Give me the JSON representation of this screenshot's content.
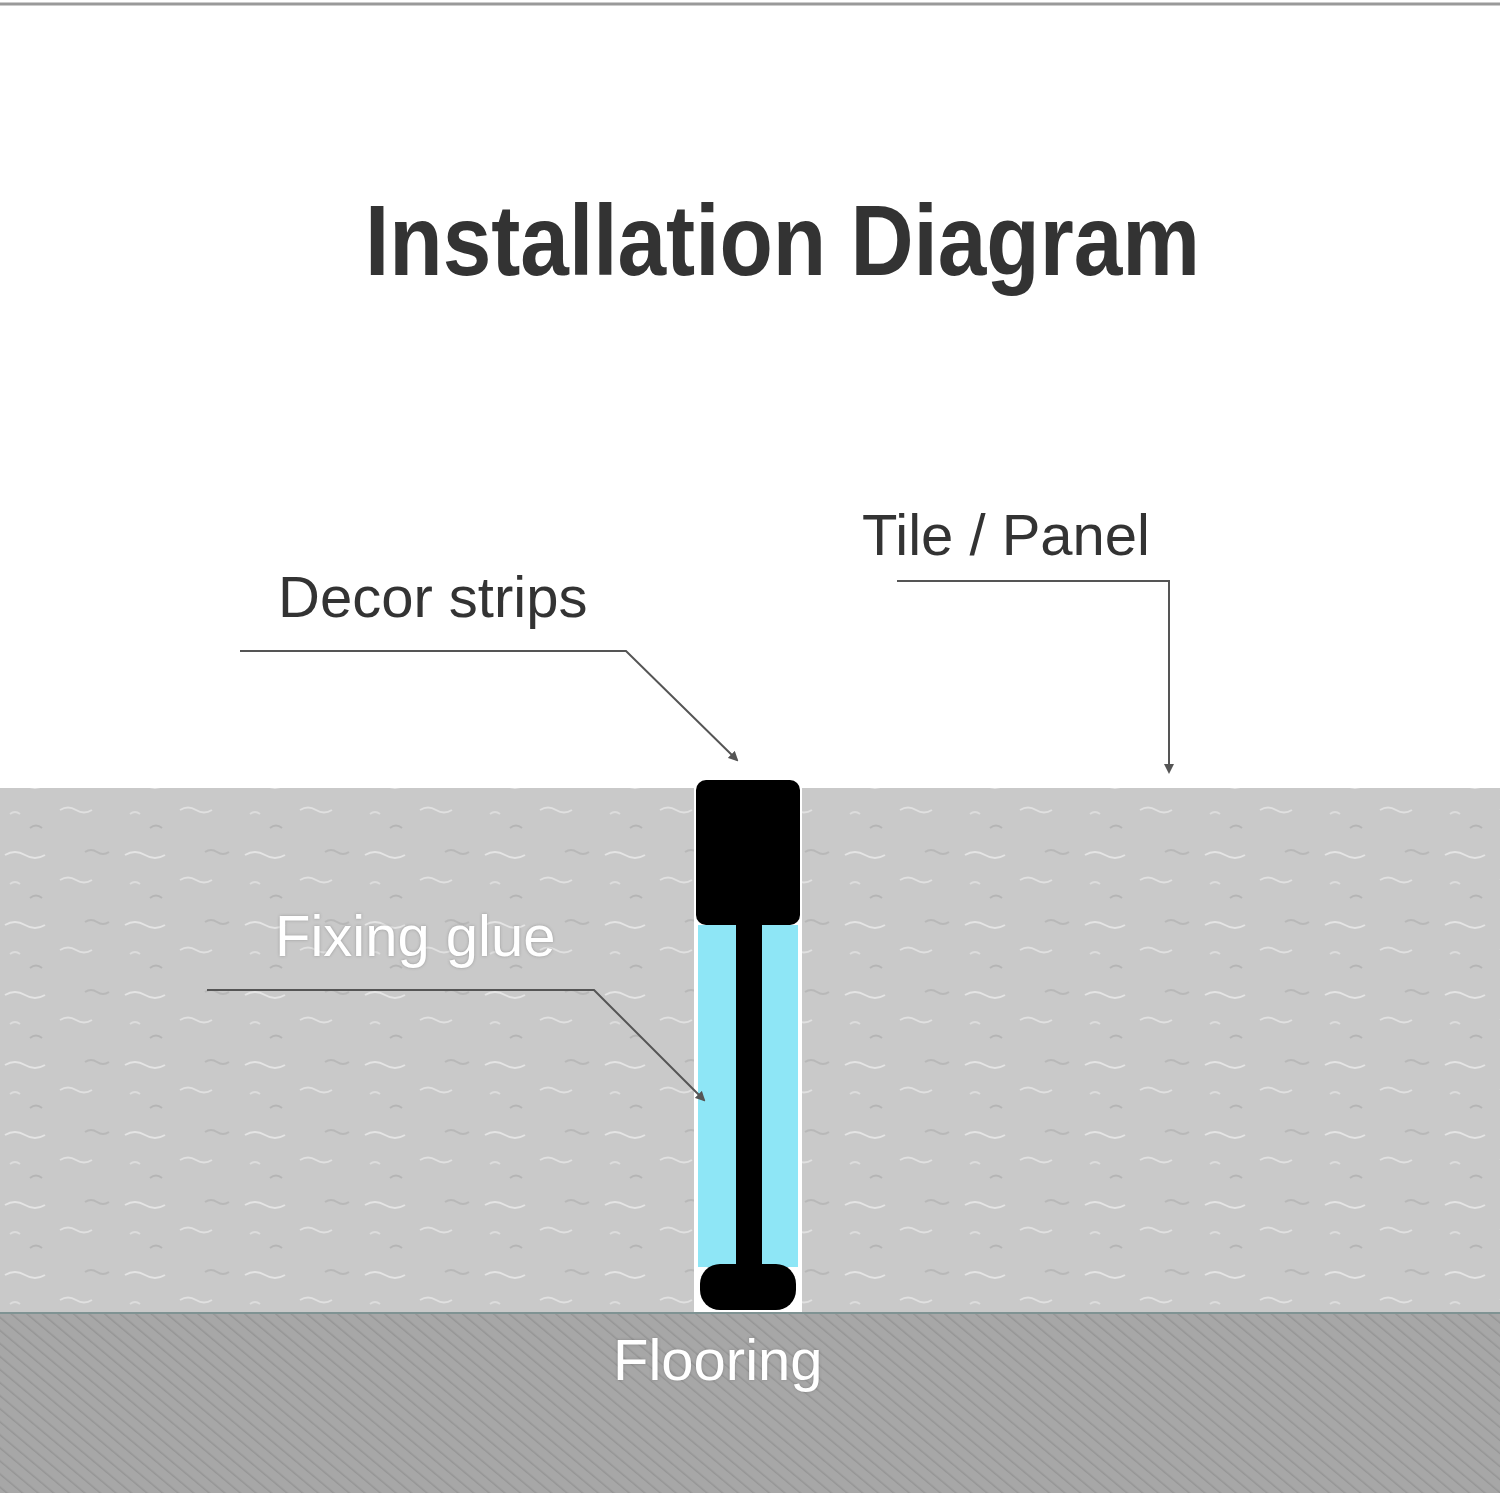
{
  "diagram": {
    "title": "Installation Diagram",
    "labels": [
      "Tile / Panel",
      "Decor strips",
      "Fixing glue",
      "Flooring"
    ]
  }
}
